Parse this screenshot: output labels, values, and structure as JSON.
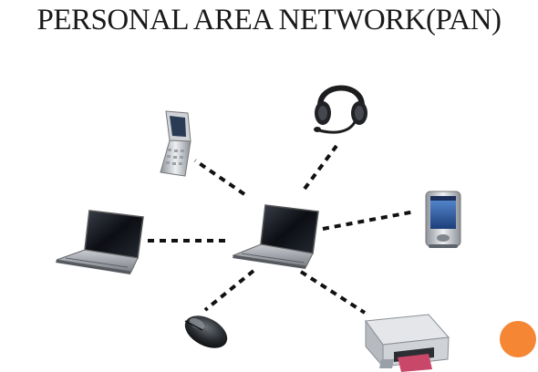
{
  "slide": {
    "title": "PERSONAL AREA NETWORK(PAN)",
    "accent_color": "#F58634"
  },
  "diagram": {
    "type": "star-network",
    "hub": "laptop-icon",
    "devices": [
      "mobile-phone-icon",
      "headset-icon",
      "pda-icon",
      "printer-icon",
      "mouse-icon",
      "laptop-icon"
    ],
    "link_style": "dashed",
    "link_color": "#111111"
  }
}
